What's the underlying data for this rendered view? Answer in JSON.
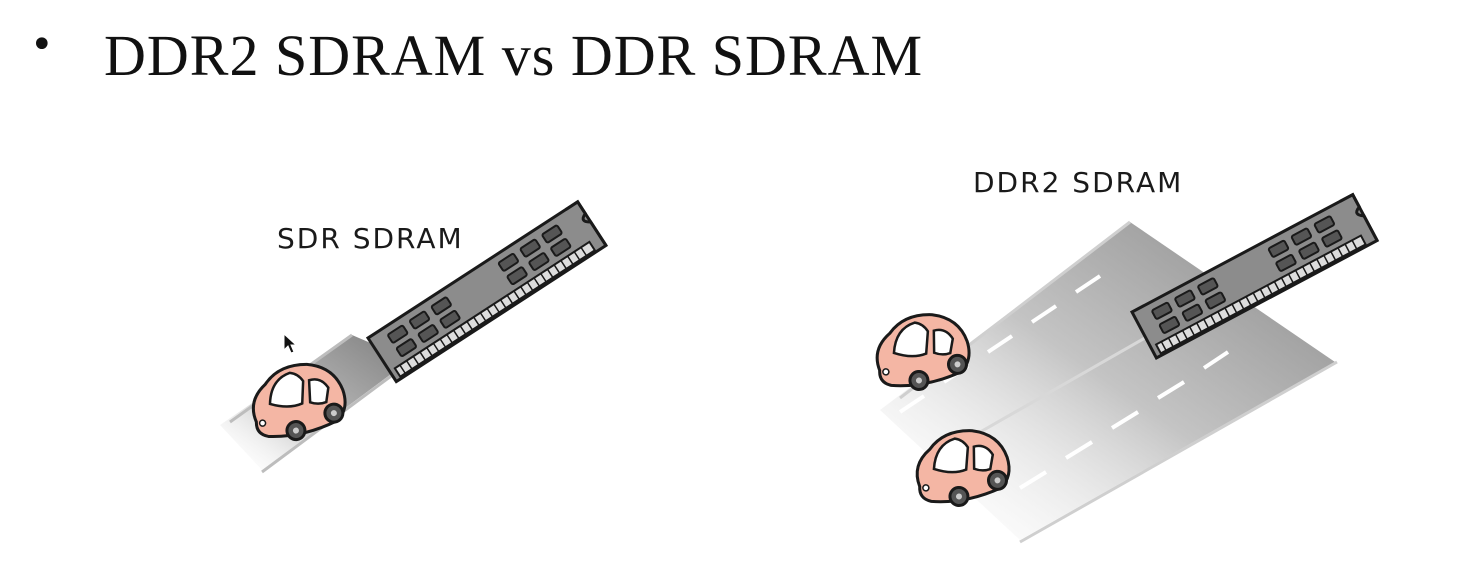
{
  "slide": {
    "bullet": "•",
    "title": "DDR2 SDRAM vs DDR SDRAM"
  },
  "illustrations": {
    "left": {
      "label": "SDR SDRAM",
      "lanes": 1,
      "cars": 1
    },
    "right": {
      "label": "DDR2 SDRAM",
      "lanes": 2,
      "cars": 2
    }
  },
  "icons": [
    "mouse-cursor-icon",
    "car-icon",
    "memory-module-icon"
  ],
  "colors": {
    "car_body": "#f4b6a4",
    "road": "#8f8f8f",
    "module": "#8c8c8c",
    "chip": "#5a5a5a",
    "outline": "#1a1a1a"
  }
}
